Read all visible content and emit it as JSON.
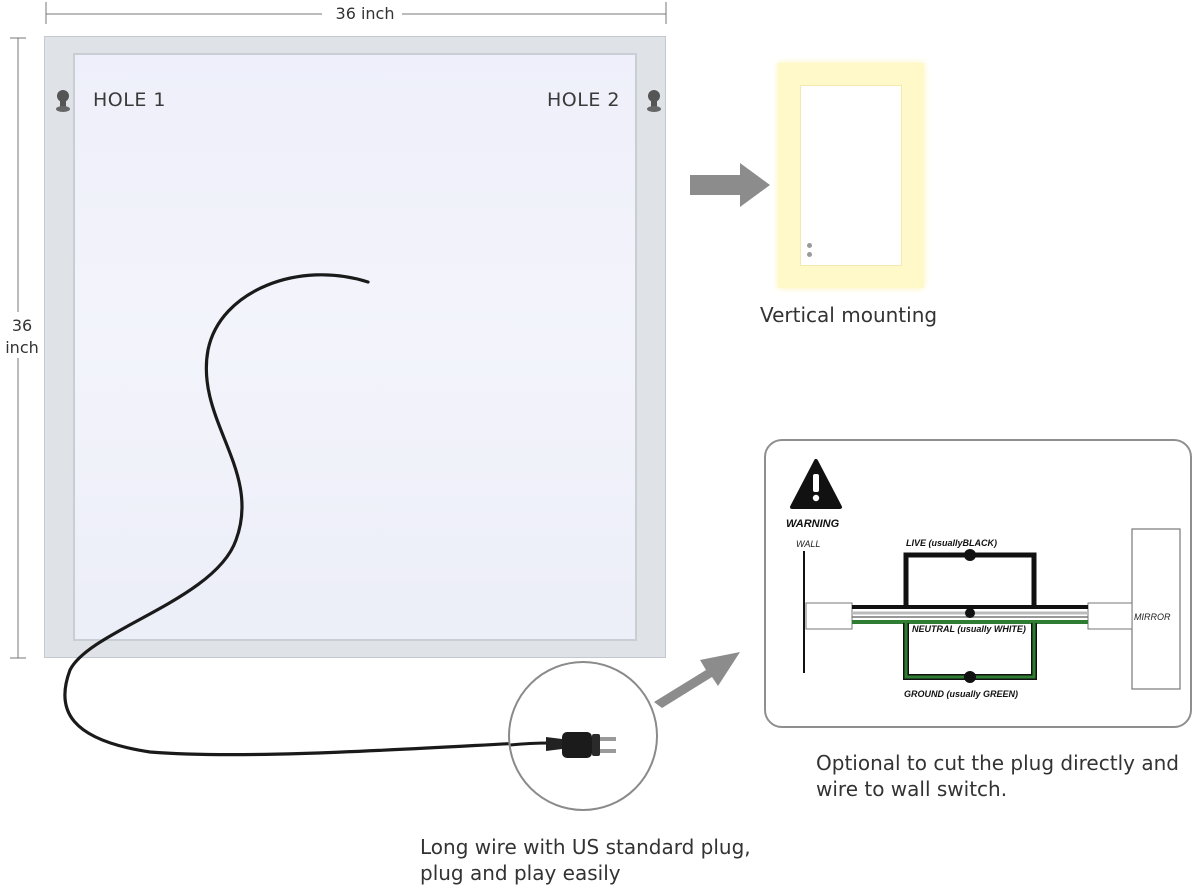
{
  "dimensions": {
    "width_label": "36 inch",
    "height_value": "36",
    "height_unit": "inch"
  },
  "mirror": {
    "hole_1_label": "HOLE 1",
    "hole_2_label": "HOLE 2"
  },
  "vertical_mounting": {
    "caption": "Vertical mounting"
  },
  "plug": {
    "caption_line_1": "Long wire with US standard plug,",
    "caption_line_2": "plug and play easily"
  },
  "wiring_diagram": {
    "warning_label": "WARNING",
    "wall_label": "WALL",
    "mirror_label": "MIRROR",
    "live_label": "LIVE (usuallyBLACK)",
    "neutral_label": "NEUTRAL (usually WHITE)",
    "ground_label": "GROUND (usually GREEN)",
    "caption_line_1": "Optional to cut the plug directly and",
    "caption_line_2": "wire to wall switch."
  },
  "colors": {
    "frame": "#d8dde3",
    "panel": "#eef0f8",
    "led_glow": "#fff8c8",
    "arrow": "#8c8c8c",
    "live_wire": "#111111",
    "ground_wire": "#2e7d32"
  }
}
